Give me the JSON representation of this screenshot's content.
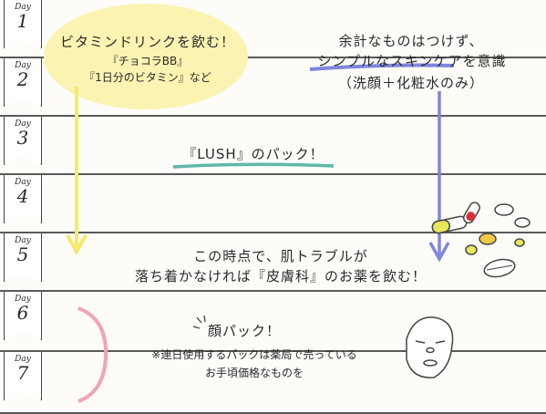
{
  "days": [
    {
      "word": "Day",
      "num": "1"
    },
    {
      "word": "Day",
      "num": "2"
    },
    {
      "word": "Day",
      "num": "3"
    },
    {
      "word": "Day",
      "num": "4"
    },
    {
      "word": "Day",
      "num": "5"
    },
    {
      "word": "Day",
      "num": "6"
    },
    {
      "word": "Day",
      "num": "7"
    }
  ],
  "notes": {
    "drink_title": "ビタミンドリンクを飲む！",
    "drink_item1": "『チョコラBB』",
    "drink_item2": "『1日分のビタミン』など",
    "skincare_line1": "余計なものはつけず、",
    "skincare_line2": "シンプルなスキンケアを意識",
    "skincare_line3": "（洗顔＋化粧水のみ）",
    "lush": "『LUSH』のパック！",
    "derm_line1": "この時点で、肌トラブルが",
    "derm_line2": "落ち着かなければ『皮膚科』のお薬を飲む！",
    "mask_title": "顔パック！",
    "mask_line1": "※連日使用するパックは薬局で売っている",
    "mask_line2": "お手頃価格なものを"
  },
  "colors": {
    "yellow": "#f5ea6a",
    "yellow_fill": "#fbf3b2",
    "blue": "#7f86df",
    "teal": "#5fb8a8",
    "pink": "#f2a3b6"
  }
}
